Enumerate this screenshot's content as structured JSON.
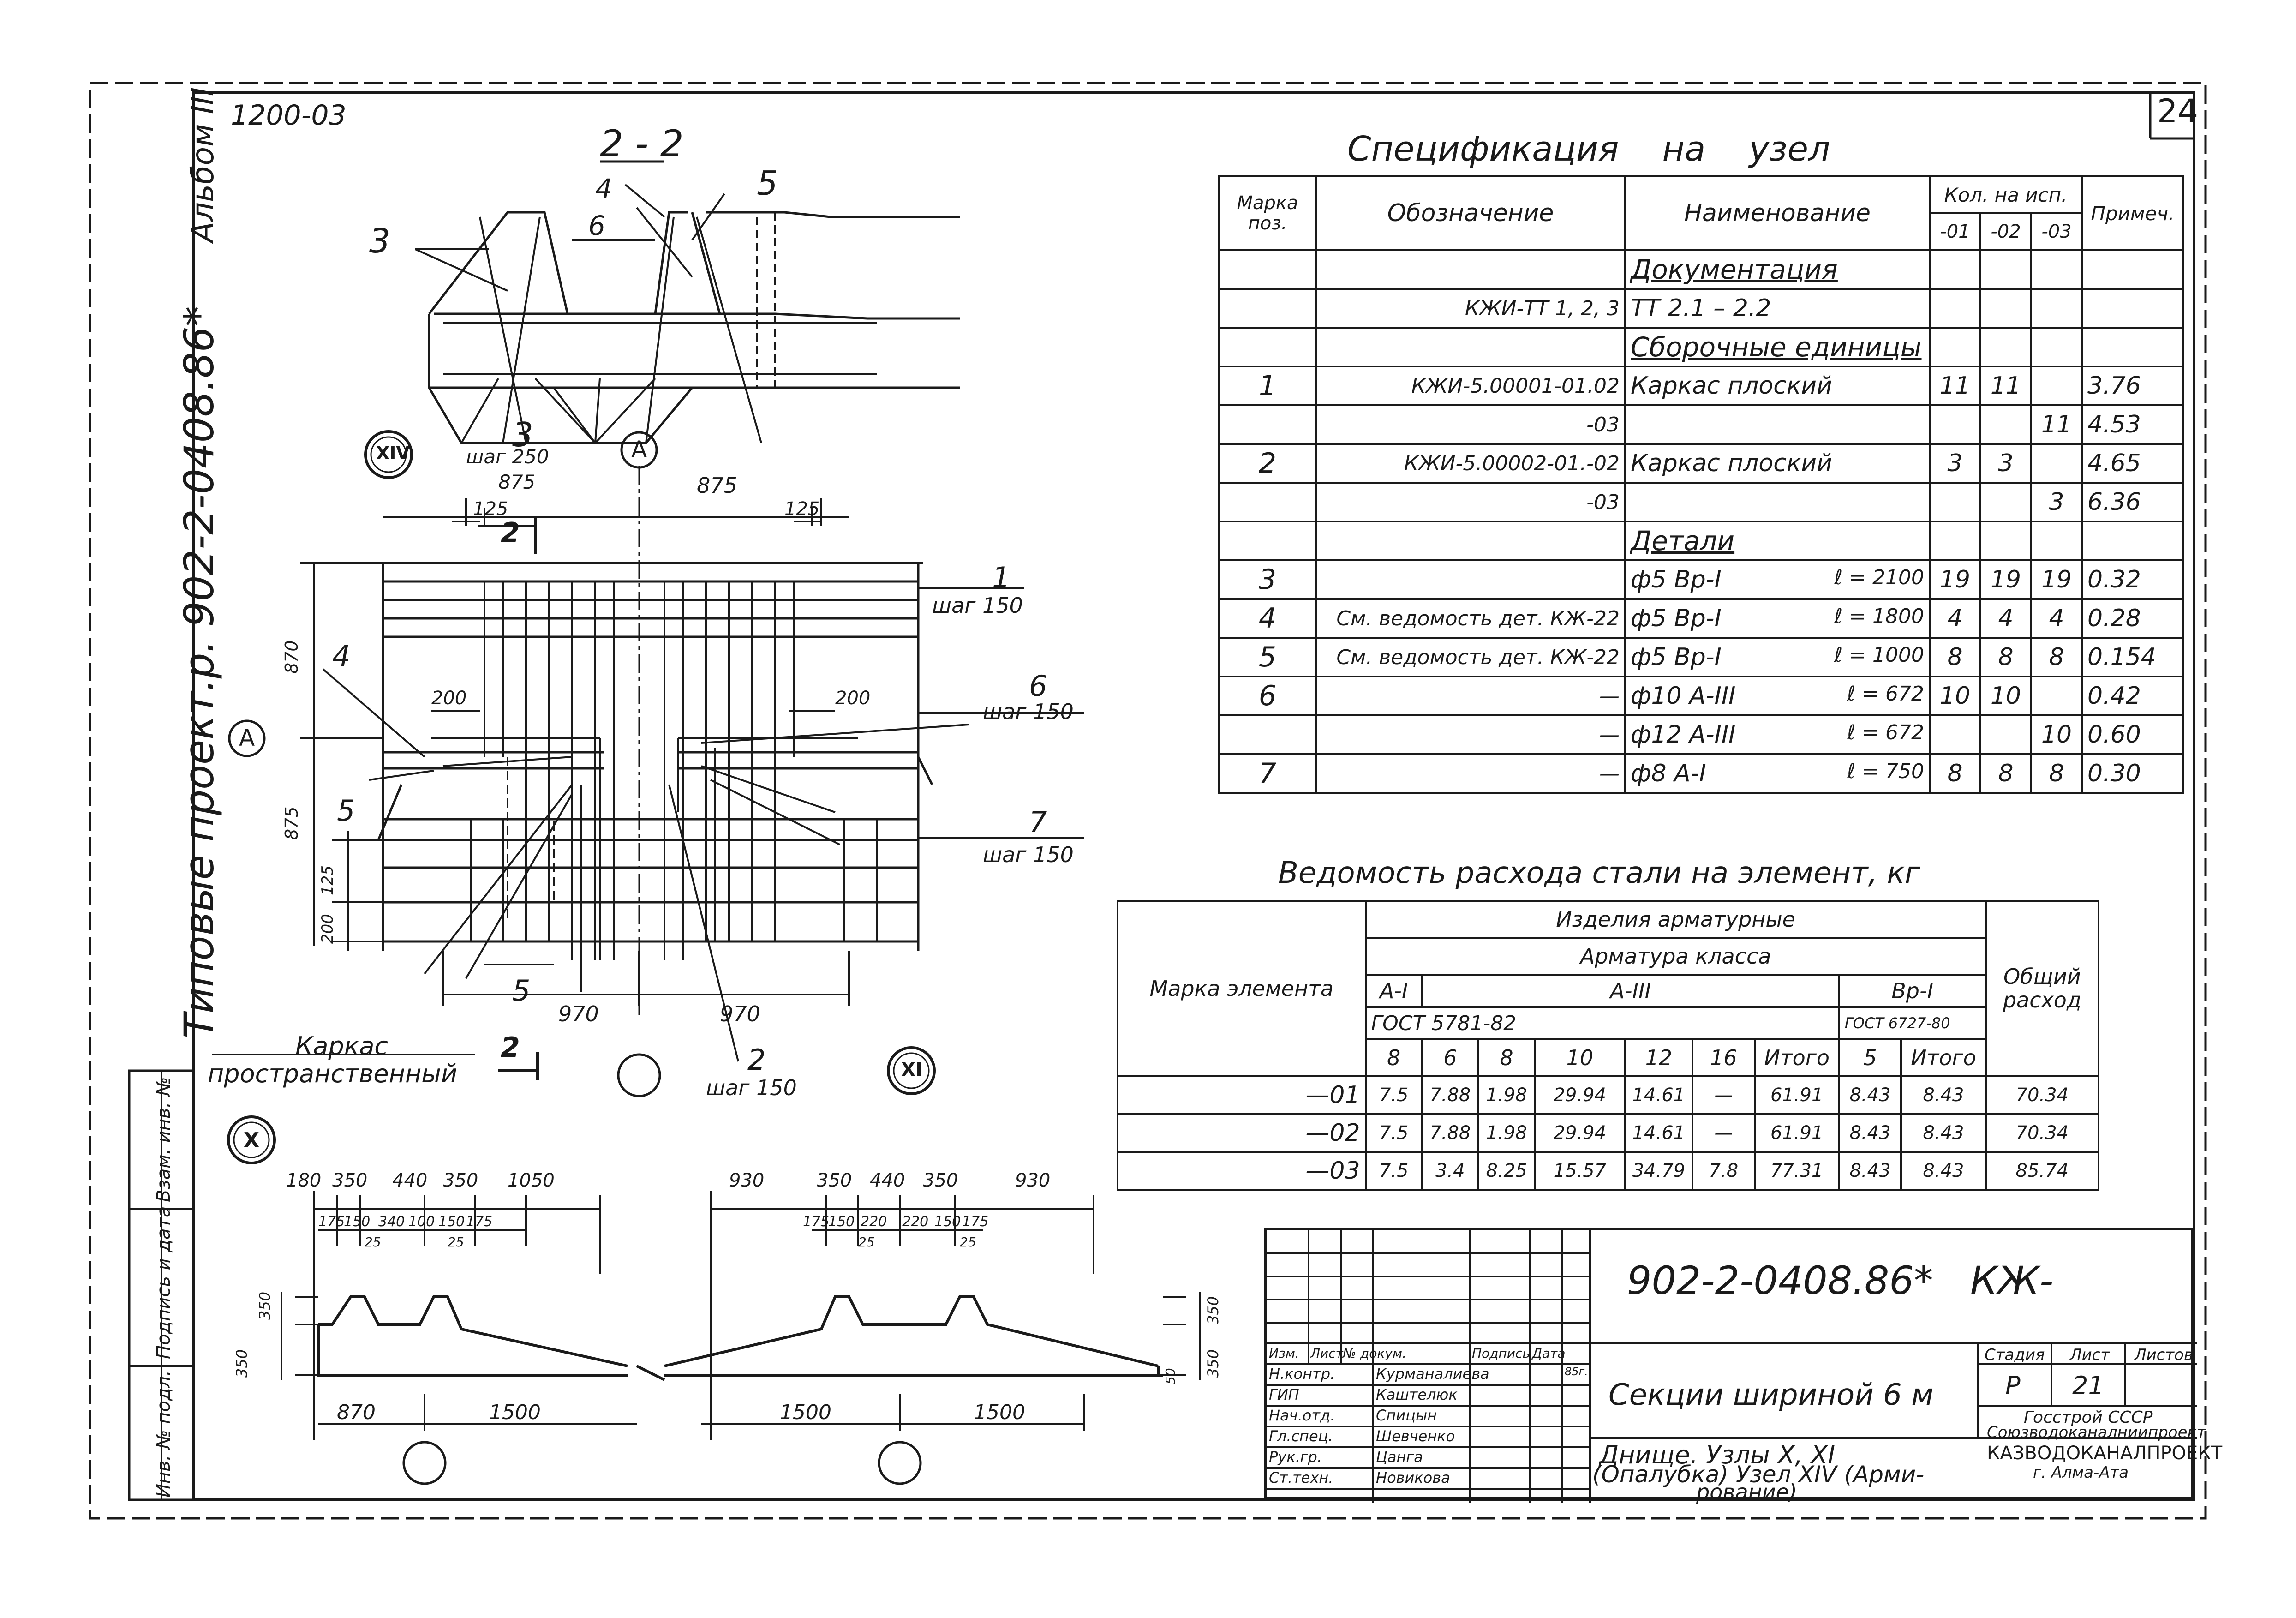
{
  "header": {
    "code_top_left": "1200-03",
    "page_number": "24",
    "side_title": "Типовые проект.р. 902-2-0408.86*",
    "side_album": "Альбом III"
  },
  "section_2_2": {
    "title": "2 - 2",
    "labels": [
      "3",
      "4",
      "6",
      "5",
      "3"
    ],
    "step": "шаг 250",
    "dim": "875",
    "node_mark": "XIV",
    "axis": "A"
  },
  "plan": {
    "dims_top": [
      "875",
      "125",
      "125"
    ],
    "section_mark": "2",
    "vert_dims": [
      "870",
      "875",
      "125",
      "200"
    ],
    "small_dims": [
      "200",
      "200"
    ],
    "bottom_dims": [
      "970",
      "970"
    ],
    "labels": {
      "l1": "1",
      "l1_step": "шаг 150",
      "l4": "4",
      "l6": "6",
      "l6_step": "шаг 150",
      "l5a": "5",
      "l7": "7",
      "l7_step": "шаг 150",
      "l5b": "5",
      "l2": "2",
      "l2_step": "шаг 150",
      "axis": "A",
      "frame_1": "Каркас",
      "frame_2": "пространственный",
      "section_mark_bottom": "2",
      "node_xi": "XI",
      "node_x": "X"
    }
  },
  "profile_left": {
    "dims_top": [
      "180",
      "350",
      "440",
      "350",
      "1050"
    ],
    "dims_mid": [
      "175",
      "150",
      "340",
      "100",
      "150",
      "175"
    ],
    "dims_small": [
      "25",
      "25"
    ],
    "dims_side": [
      "350",
      "350"
    ],
    "dims_bottom": [
      "870",
      "1500"
    ]
  },
  "profile_right": {
    "dims_top": [
      "930",
      "350",
      "440",
      "350",
      "930"
    ],
    "dims_mid": [
      "175",
      "150",
      "220",
      "220",
      "150",
      "175"
    ],
    "dims_small": [
      "25",
      "25"
    ],
    "dims_side": [
      "350",
      "350",
      "50"
    ],
    "dims_bottom": [
      "1500",
      "1500"
    ]
  },
  "spec": {
    "title": "Спецификация    на    узел",
    "headers": {
      "mark": "Марка поз.",
      "designation": "Обозначение",
      "name": "Наименование",
      "qty": "Кол. на исп.",
      "q1": "-01",
      "q2": "-02",
      "q3": "-03",
      "note": "Примеч."
    },
    "rows": [
      {
        "mark": "",
        "des": "",
        "name": "Документация",
        "u": true,
        "q1": "",
        "q2": "",
        "q3": "",
        "note": ""
      },
      {
        "mark": "",
        "des": "КЖИ-ТТ 1, 2, 3",
        "name": "ТТ   2.1 – 2.2",
        "q1": "",
        "q2": "",
        "q3": "",
        "note": ""
      },
      {
        "mark": "",
        "des": "",
        "name": "Сборочные единицы",
        "u": true,
        "q1": "",
        "q2": "",
        "q3": "",
        "note": ""
      },
      {
        "mark": "1",
        "des": "КЖИ-5.00001-01.02",
        "name": "Каркас   плоский",
        "q1": "11",
        "q2": "11",
        "q3": "",
        "note": "3.76"
      },
      {
        "mark": "",
        "des": "-03",
        "name": "",
        "q1": "",
        "q2": "",
        "q3": "11",
        "note": "4.53"
      },
      {
        "mark": "2",
        "des": "КЖИ-5.00002-01.-02",
        "name": "Каркас   плоский",
        "q1": "3",
        "q2": "3",
        "q3": "",
        "note": "4.65"
      },
      {
        "mark": "",
        "des": "-03",
        "name": "",
        "q1": "",
        "q2": "",
        "q3": "3",
        "note": "6.36"
      },
      {
        "mark": "",
        "des": "",
        "name": "Детали",
        "u": true,
        "q1": "",
        "q2": "",
        "q3": "",
        "note": ""
      },
      {
        "mark": "3",
        "des": "",
        "name": "ф5 Вр-I",
        "len": "ℓ = 2100",
        "q1": "19",
        "q2": "19",
        "q3": "19",
        "note": "0.32"
      },
      {
        "mark": "4",
        "des": "См. ведомость дет. КЖ-22",
        "name": "ф5 Вр-I",
        "len": "ℓ = 1800",
        "q1": "4",
        "q2": "4",
        "q3": "4",
        "note": "0.28"
      },
      {
        "mark": "5",
        "des": "См. ведомость дет. КЖ-22",
        "name": "ф5 Вр-I",
        "len": "ℓ = 1000",
        "q1": "8",
        "q2": "8",
        "q3": "8",
        "note": "0.154"
      },
      {
        "mark": "6",
        "des": "—",
        "name": "ф10 А-III",
        "len": "ℓ = 672",
        "q1": "10",
        "q2": "10",
        "q3": "",
        "note": "0.42"
      },
      {
        "mark": "",
        "des": "—",
        "name": "ф12 А-III",
        "len": "ℓ = 672",
        "q1": "",
        "q2": "",
        "q3": "10",
        "note": "0.60"
      },
      {
        "mark": "7",
        "des": "—",
        "name": "ф8 А-I",
        "len": "ℓ = 750",
        "q1": "8",
        "q2": "8",
        "q3": "8",
        "note": "0.30"
      }
    ]
  },
  "steel": {
    "title": "Ведомость расхода стали на элемент, кг",
    "h_mark": "Марка элемента",
    "h_products": "Изделия арматурные",
    "h_class": "Арматура класса",
    "h_a1": "А-I",
    "h_a3": "А-III",
    "h_vr1": "Вр-I",
    "h_gost1": "ГОСТ 5781-82",
    "h_gost2": "ГОСТ 6727-80",
    "h_total": "Общий расход",
    "cols": [
      "8",
      "6",
      "8",
      "10",
      "12",
      "16",
      "Итого",
      "5",
      "Итого"
    ],
    "rows": [
      {
        "mark": "—01",
        "v": [
          "7.5",
          "7.88",
          "1.98",
          "29.94",
          "14.61",
          "—",
          "61.91",
          "8.43",
          "8.43"
        ],
        "total": "70.34"
      },
      {
        "mark": "—02",
        "v": [
          "7.5",
          "7.88",
          "1.98",
          "29.94",
          "14.61",
          "—",
          "61.91",
          "8.43",
          "8.43"
        ],
        "total": "70.34"
      },
      {
        "mark": "—03",
        "v": [
          "7.5",
          "3.4",
          "8.25",
          "15.57",
          "34.79",
          "7.8",
          "77.31",
          "8.43",
          "8.43"
        ],
        "total": "85.74"
      }
    ]
  },
  "titleblock": {
    "code": "902-2-0408.86*   КЖ-",
    "sheet_name": "Секции шириной 6 м",
    "desc_1": "Днище. Узлы X, XI",
    "desc_2": "(Опалубка) Узел XIV (Арми-",
    "desc_3": "рование)",
    "stage_h": "Стадия",
    "sheet_h": "Лист",
    "sheets_h": "Листов",
    "stage": "Р",
    "sheet": "21",
    "sheets": "",
    "org_1": "Госстрой СССР",
    "org_2": "Союзводоканалниипроект",
    "org_3": "КАЗВОДОКАНАЛПРОЕКТ",
    "org_4": "г. Алма-Ата",
    "head": [
      "Изм.",
      "Лист",
      "№ докум.",
      "Подпись",
      "Дата"
    ],
    "staff": [
      {
        "role": "Н.контр.",
        "name": "Курманалиева",
        "date": "85г."
      },
      {
        "role": "ГИП",
        "name": "Каштелюк",
        "date": ""
      },
      {
        "role": "Нач.отд.",
        "name": "Спицын",
        "date": ""
      },
      {
        "role": "Гл.спец.",
        "name": "Шевченко",
        "date": ""
      },
      {
        "role": "Рук.гр.",
        "name": "Цанга",
        "date": ""
      },
      {
        "role": "Ст.техн.",
        "name": "Новикова",
        "date": ""
      }
    ]
  },
  "sidebar_stamp": [
    "Инв. № подл.",
    "Подпись и дата",
    "Взам. инв. №"
  ]
}
